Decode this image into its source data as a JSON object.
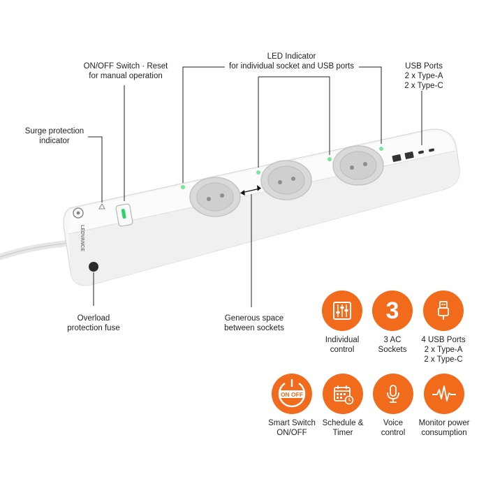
{
  "brand": "LEDVANCE",
  "accent_color": "#f26a1b",
  "callouts": {
    "switch": [
      "ON/OFF Switch · Reset",
      "for manual operation"
    ],
    "surge": [
      "Surge protection",
      "indicator"
    ],
    "led": [
      "LED Indicator",
      "for individual socket and USB ports"
    ],
    "usb": [
      "USB Ports",
      "2 x Type-A",
      "2 x Type-C"
    ],
    "fuse": [
      "Overload",
      "protection fuse"
    ],
    "space": [
      "Generous space",
      "between sockets"
    ]
  },
  "features": [
    {
      "icon": "sliders-icon",
      "lines": [
        "Individual",
        "control"
      ]
    },
    {
      "icon": "number-3-icon",
      "number": "3",
      "lines": [
        "3 AC",
        "Sockets"
      ]
    },
    {
      "icon": "usb-plug-icon",
      "lines": [
        "4 USB Ports",
        "2 x Type-A",
        "2 x Type-C"
      ]
    },
    {
      "icon": "on-off-icon",
      "badge_text": "ON OFF",
      "lines": [
        "Smart Switch",
        "ON/OFF"
      ]
    },
    {
      "icon": "calendar-clock-icon",
      "lines": [
        "Schedule &",
        "Timer"
      ]
    },
    {
      "icon": "microphone-icon",
      "lines": [
        "Voice",
        "control"
      ]
    },
    {
      "icon": "pulse-icon",
      "lines": [
        "Monitor power",
        "consumption"
      ]
    }
  ]
}
